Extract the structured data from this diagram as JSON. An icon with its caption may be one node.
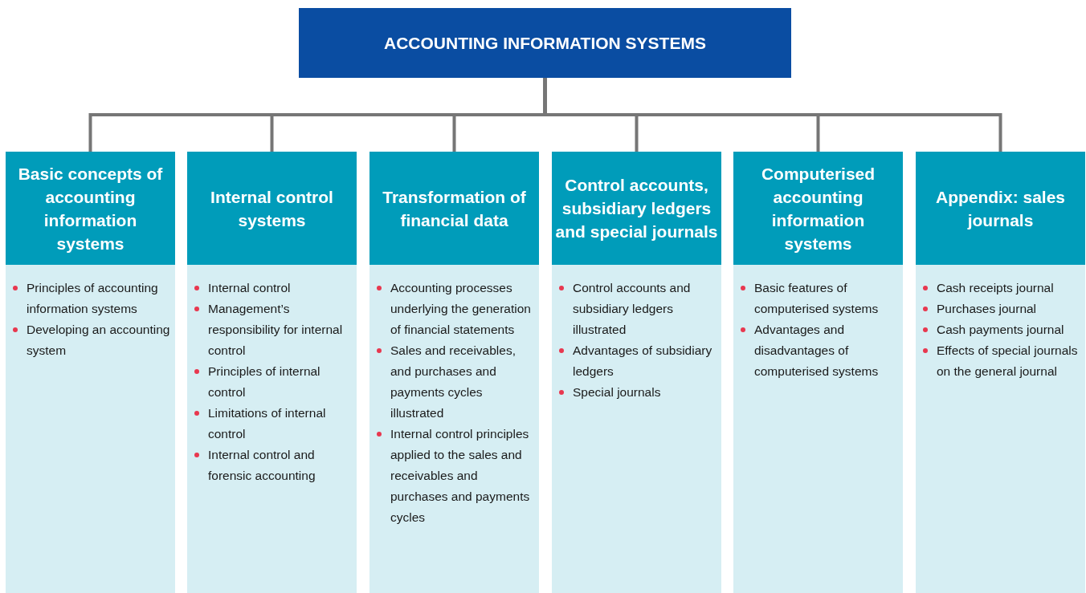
{
  "diagram": {
    "nodes": [
      {
        "text": [
          "ACCOUNTING INFORMATION SYSTEMS"
        ]
      },
      {
        "text": [
          "Basic concepts of accounting information systems",
          "Principles of accounting information systems",
          "Developing an accounting system"
        ]
      },
      {
        "text": [
          "Internal control systems",
          "Internal control",
          "Management’s responsibility for internal control",
          "Principles of internal control",
          "Limitations of internal control",
          "Internal control and forensic accounting"
        ]
      },
      {
        "text": [
          "Transformation of financial data",
          "Accounting processes underlying the generation of financial statements",
          "Sales and receivables, and purchases and payments cycles illustrated",
          "Internal control principles applied to the sales and receivables and purchases and payments cycles"
        ]
      },
      {
        "text": [
          "Control accounts, subsidiary ledgers and special journals",
          "Control accounts and subsidiary ledgers illustrated",
          "Advantages of subsidiary ledgers",
          "Special journals"
        ]
      },
      {
        "text": [
          "Computerised accounting information systems",
          "Basic features of computerised systems",
          "Advantages and disadvantages of computerised systems"
        ]
      },
      {
        "text": [
          "Appendix: sales journals",
          "Cash receipts journal",
          "Purchases journal",
          "Cash payments journal",
          "Effects of special journals on the general journal"
        ]
      }
    ],
    "edges": [
      {
        "from": 0,
        "to": 1,
        "arrow": "none"
      },
      {
        "from": 0,
        "to": 2,
        "arrow": "none"
      },
      {
        "from": 0,
        "to": 3,
        "arrow": "none"
      },
      {
        "from": 0,
        "to": 4,
        "arrow": "none"
      },
      {
        "from": 0,
        "to": 5,
        "arrow": "none"
      },
      {
        "from": 0,
        "to": 6,
        "arrow": "none"
      }
    ]
  }
}
